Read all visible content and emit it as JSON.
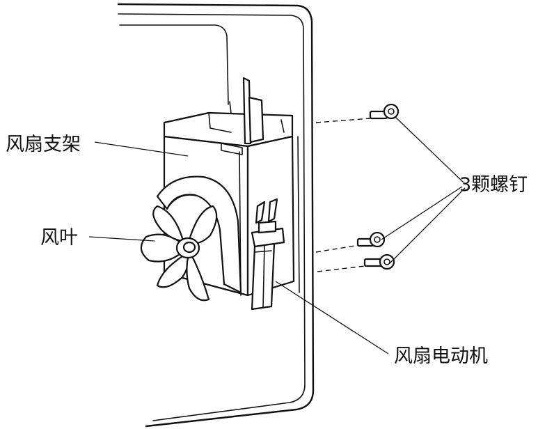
{
  "labels": {
    "fan_bracket": "风扇支架",
    "fan_blade": "风叶",
    "screws": "3颗螺钉",
    "fan_motor": "风扇电动机"
  },
  "colors": {
    "ink": "#111111",
    "background": "#ffffff"
  }
}
